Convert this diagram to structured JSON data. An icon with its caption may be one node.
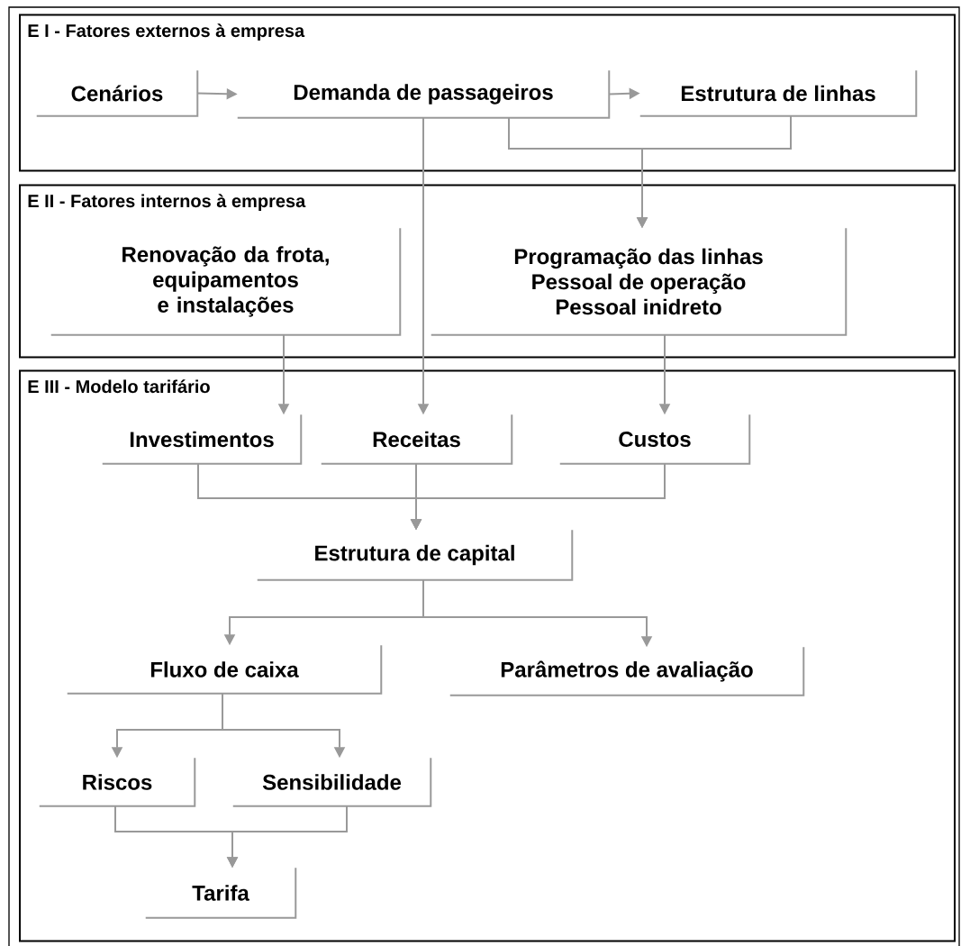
{
  "diagram": {
    "nodes": [
      {
        "text": [
          "E I - Fatores externos à empresa"
        ]
      },
      {
        "text": [
          "Cenários"
        ],
        "in": 0
      },
      {
        "text": [
          "Demanda de passageiros"
        ],
        "in": 0
      },
      {
        "text": [
          "Estrutura de linhas"
        ],
        "in": 0
      },
      {
        "text": [
          "E II - Fatores internos à empresa"
        ]
      },
      {
        "text": [
          "Renovação da frota, equipamentos e instalações"
        ],
        "in": 4
      },
      {
        "text": [
          "Programação das linhas",
          "Pessoal de operação",
          "Pessoal inidreto"
        ],
        "in": 4
      },
      {
        "text": [
          "E III - Modelo tarifário"
        ]
      },
      {
        "text": [
          "Investimentos"
        ],
        "in": 7
      },
      {
        "text": [
          "Receitas"
        ],
        "in": 7
      },
      {
        "text": [
          "Custos"
        ],
        "in": 7
      },
      {
        "text": [
          "Estrutura de capital"
        ],
        "in": 7
      },
      {
        "text": [
          "Fluxo de caixa"
        ],
        "in": 7
      },
      {
        "text": [
          "Parâmetros de avaliação"
        ],
        "in": 7
      },
      {
        "text": [
          "Riscos"
        ],
        "in": 7
      },
      {
        "text": [
          "Sensibilidade"
        ],
        "in": 7
      },
      {
        "text": [
          "Tarifa"
        ],
        "in": 7
      }
    ],
    "edges": [
      {
        "from": 1,
        "to": 2,
        "arrow": "to"
      },
      {
        "from": 2,
        "to": 3,
        "arrow": "to"
      },
      {
        "from": 2,
        "to": 6,
        "arrow": "to"
      },
      {
        "from": 3,
        "to": 6,
        "arrow": "to"
      },
      {
        "from": 5,
        "to": 8,
        "arrow": "to"
      },
      {
        "from": 2,
        "to": 9,
        "arrow": "to"
      },
      {
        "from": 6,
        "to": 10,
        "arrow": "to"
      },
      {
        "from": 8,
        "to": 11,
        "arrow": "to"
      },
      {
        "from": 9,
        "to": 11,
        "arrow": "to"
      },
      {
        "from": 10,
        "to": 11,
        "arrow": "to"
      },
      {
        "from": 11,
        "to": 12,
        "arrow": "to"
      },
      {
        "from": 11,
        "to": 13,
        "arrow": "to"
      },
      {
        "from": 12,
        "to": 14,
        "arrow": "to"
      },
      {
        "from": 12,
        "to": 15,
        "arrow": "to"
      },
      {
        "from": 14,
        "to": 16,
        "arrow": "to"
      },
      {
        "from": 15,
        "to": 16,
        "arrow": "to"
      }
    ]
  }
}
